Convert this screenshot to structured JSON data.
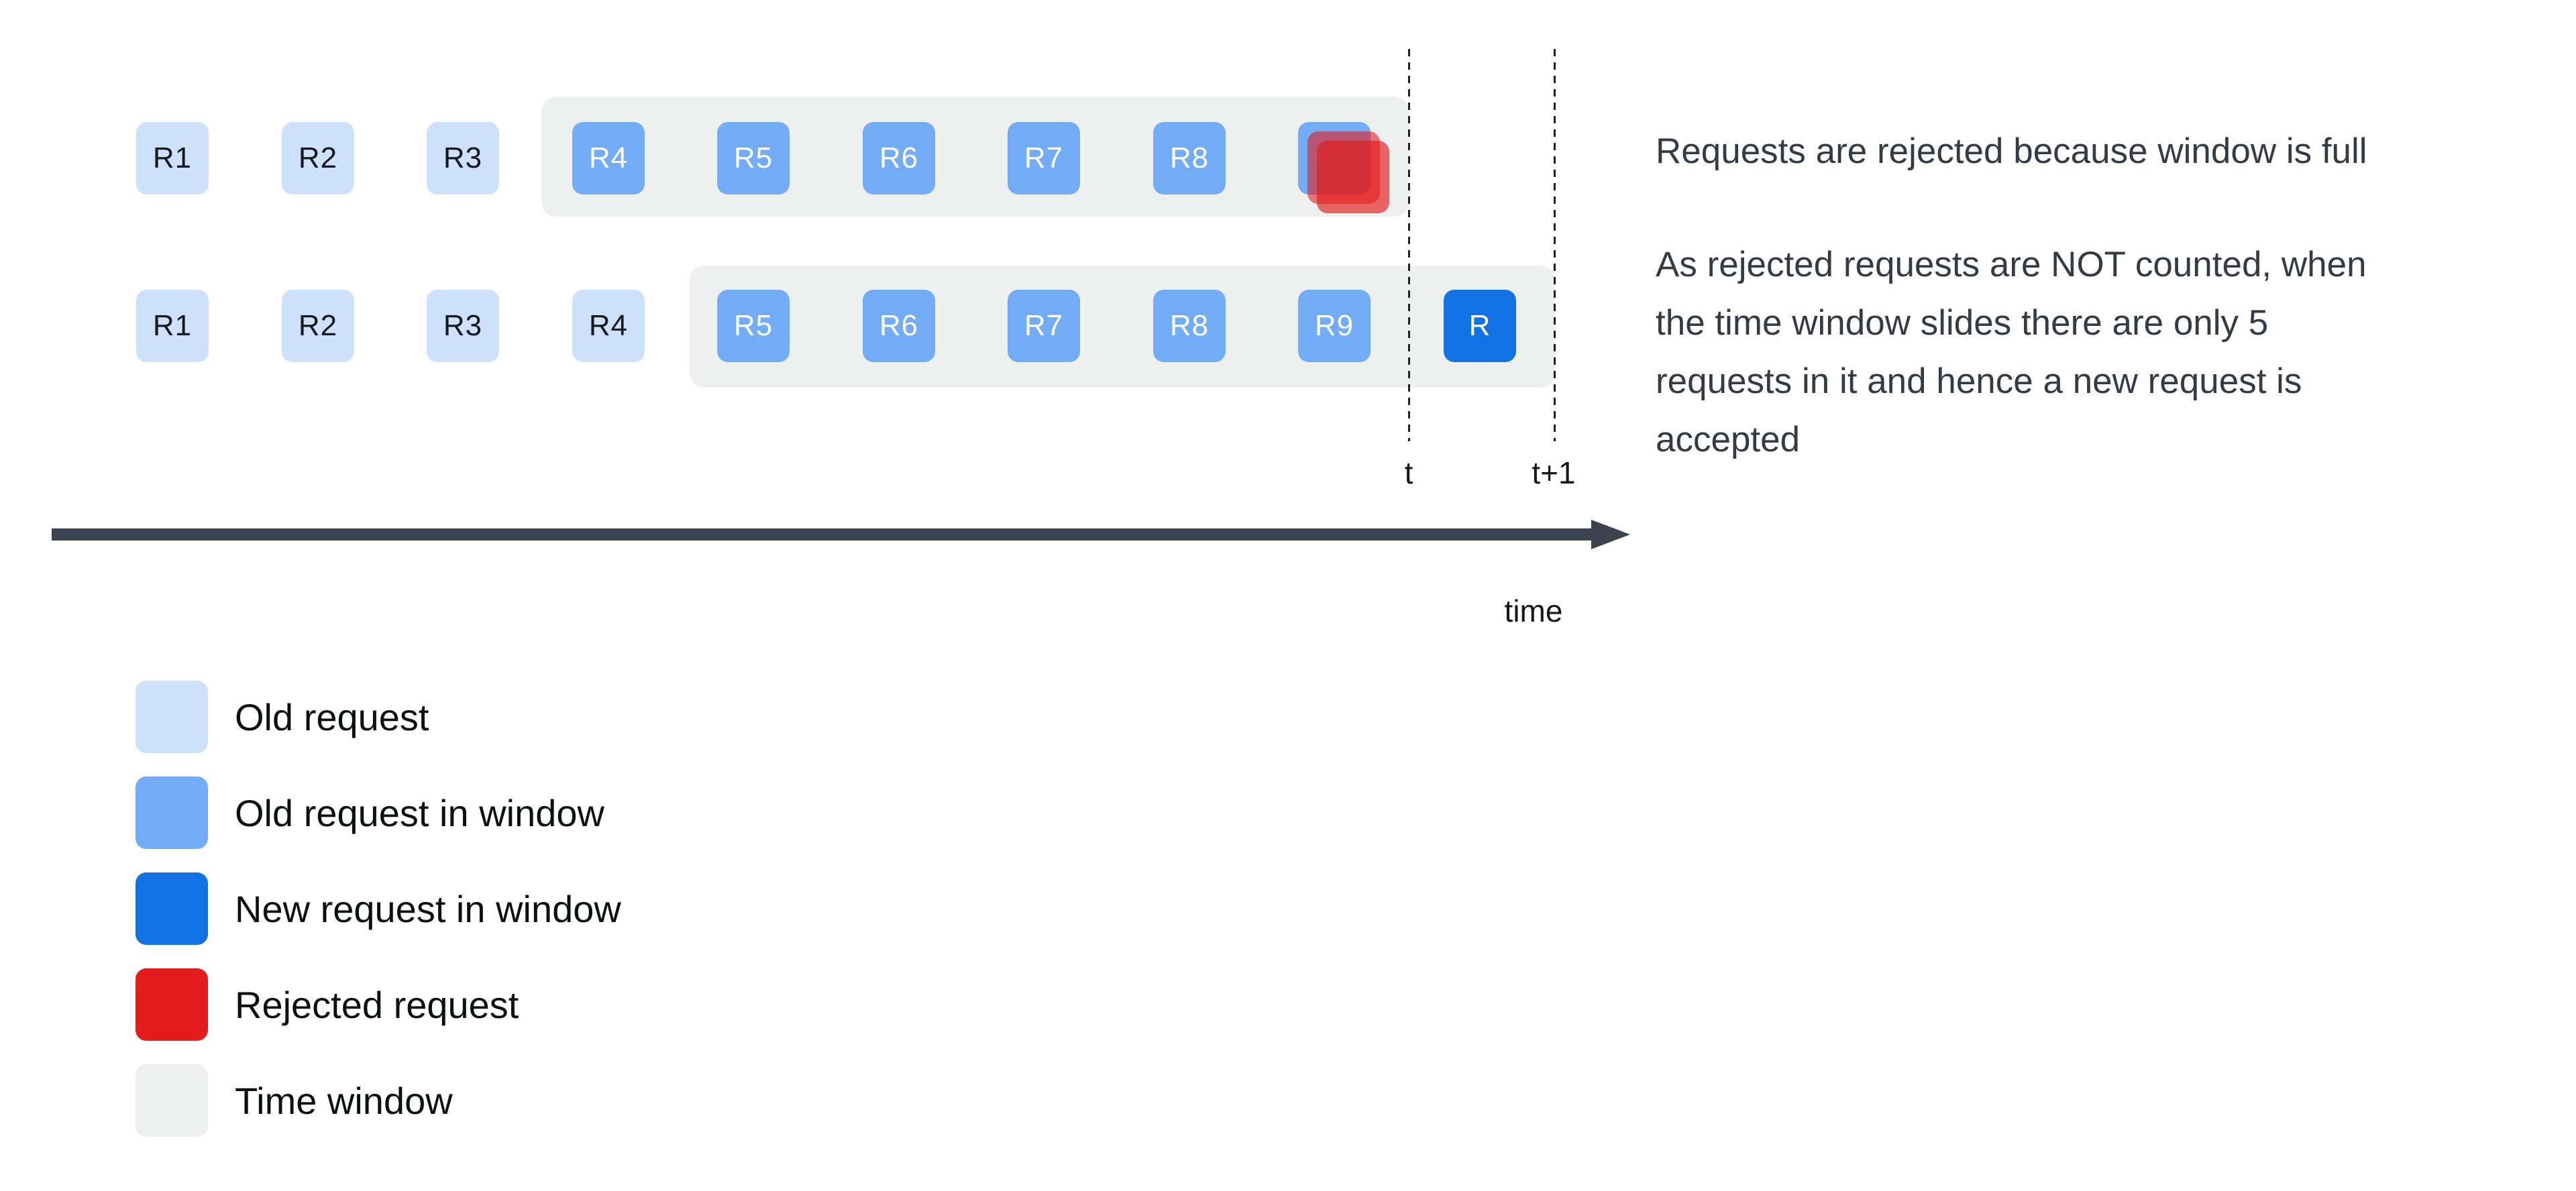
{
  "diagram": {
    "row1": {
      "boxes": [
        {
          "label": "R1",
          "state": "old"
        },
        {
          "label": "R2",
          "state": "old"
        },
        {
          "label": "R3",
          "state": "old"
        },
        {
          "label": "R4",
          "state": "old-in-window"
        },
        {
          "label": "R5",
          "state": "old-in-window"
        },
        {
          "label": "R6",
          "state": "old-in-window"
        },
        {
          "label": "R7",
          "state": "old-in-window"
        },
        {
          "label": "R8",
          "state": "old-in-window"
        }
      ],
      "rejected_stack": {
        "back_box_state": "old-in-window",
        "rejected_overlays": 2
      }
    },
    "row2": {
      "boxes": [
        {
          "label": "R1",
          "state": "old"
        },
        {
          "label": "R2",
          "state": "old"
        },
        {
          "label": "R3",
          "state": "old"
        },
        {
          "label": "R4",
          "state": "old"
        },
        {
          "label": "R5",
          "state": "old-in-window"
        },
        {
          "label": "R6",
          "state": "old-in-window"
        },
        {
          "label": "R7",
          "state": "old-in-window"
        },
        {
          "label": "R8",
          "state": "old-in-window"
        },
        {
          "label": "R9",
          "state": "old-in-window"
        },
        {
          "label": "R",
          "state": "new-in-window"
        }
      ]
    }
  },
  "axis": {
    "t_label": "t",
    "t_plus_1_label": "t+1",
    "time_label": "time"
  },
  "annotation": {
    "p1": "Requests are rejected because window is full",
    "p2_lines": [
      "As rejected requests are NOT counted, when",
      "the time window slides there are only 5",
      "requests in it and hence a new request is",
      "accepted"
    ]
  },
  "legend": {
    "items": [
      {
        "label": "Old request",
        "color": "#cde1fb"
      },
      {
        "label": "Old request in window",
        "color": "#73acf6"
      },
      {
        "label": "New request in window",
        "color": "#1271e3"
      },
      {
        "label": "Rejected request",
        "color": "#e41c1c"
      },
      {
        "label": "Time window",
        "color": "#eef0f0"
      }
    ]
  },
  "colors": {
    "background": "#ffffff",
    "old_request": "#cde1fb",
    "old_request_in_window": "#73acf6",
    "new_request_in_window": "#1271e3",
    "rejected_request": "#e41c1c",
    "time_window": "#eef0f0",
    "axis_arrow": "#3d4450",
    "dashed_line": "#1d2129",
    "annotation_text": "#323b46",
    "label_text": "#0e0f11"
  }
}
